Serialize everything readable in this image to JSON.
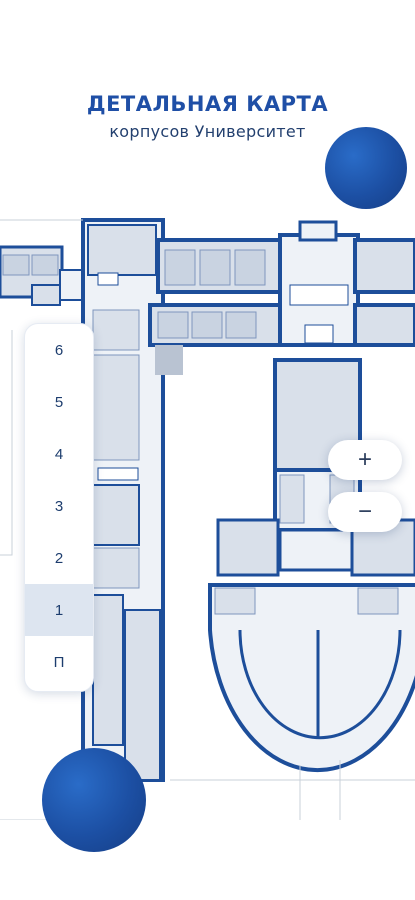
{
  "header": {
    "title": "ДЕТАЛЬНАЯ КАРТА",
    "subtitle": "корпусов Университет"
  },
  "floors": [
    "6",
    "5",
    "4",
    "3",
    "2",
    "1",
    "П"
  ],
  "active_floor": "1",
  "zoom": {
    "in_label": "+",
    "out_label": "−"
  },
  "colors": {
    "accent": "#1f4fa6",
    "wall": "#1d4e9a",
    "room": "#d9e0ea",
    "corridor": "#eef2f7"
  }
}
